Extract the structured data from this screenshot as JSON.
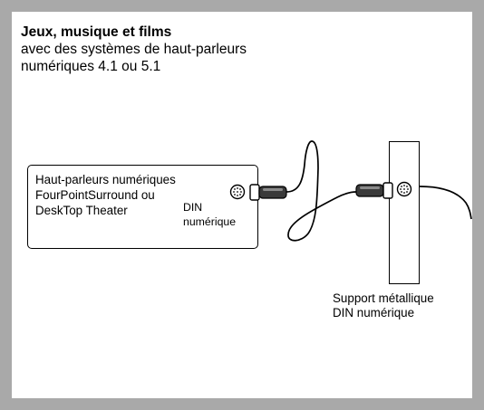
{
  "heading": {
    "title": "Jeux, musique et films",
    "subtitle": "avec des systèmes de haut-parleurs numériques 4.1 ou 5.1"
  },
  "speaker": {
    "label": "Haut-parleurs numériques FourPointSurround ou DeskTop Theater",
    "port_label": "DIN numérique"
  },
  "bracket": {
    "label": "Support métallique DIN numérique"
  },
  "colors": {
    "frame": "#a9a9a9",
    "line": "#000000",
    "background": "#ffffff"
  },
  "icons": [
    "din-port-icon",
    "din-plug-icon",
    "cable"
  ]
}
